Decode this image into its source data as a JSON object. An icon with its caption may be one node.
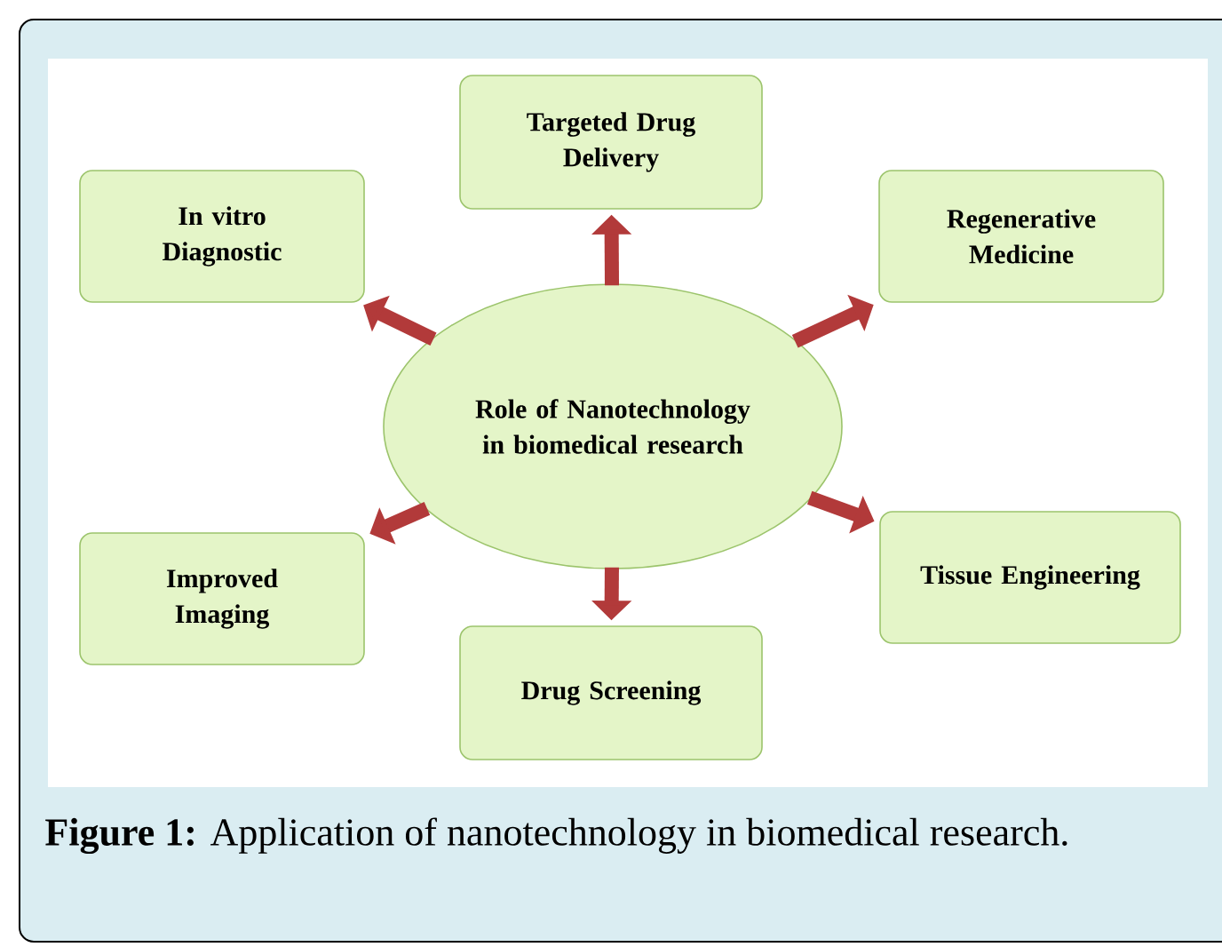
{
  "diagram": {
    "caption": "**Figure 1:** Application of nanotechnology in biomedical research.",
    "nodes": [
      {
        "text": [
          "Role of Nanotechnology in biomedical research"
        ]
      },
      {
        "text": [
          "Targeted Drug Delivery"
        ]
      },
      {
        "text": [
          "In vitro Diagnostic"
        ]
      },
      {
        "text": [
          "Regenerative Medicine"
        ]
      },
      {
        "text": [
          "Tissue Engineering"
        ]
      },
      {
        "text": [
          "Drug Screening"
        ]
      },
      {
        "text": [
          "Improved Imaging"
        ]
      }
    ],
    "edges": [
      {
        "from": 0,
        "to": 1,
        "arrow": "to"
      },
      {
        "from": 0,
        "to": 2,
        "arrow": "to"
      },
      {
        "from": 0,
        "to": 3,
        "arrow": "to"
      },
      {
        "from": 0,
        "to": 4,
        "arrow": "to"
      },
      {
        "from": 0,
        "to": 5,
        "arrow": "to"
      },
      {
        "from": 0,
        "to": 6,
        "arrow": "to"
      }
    ]
  }
}
